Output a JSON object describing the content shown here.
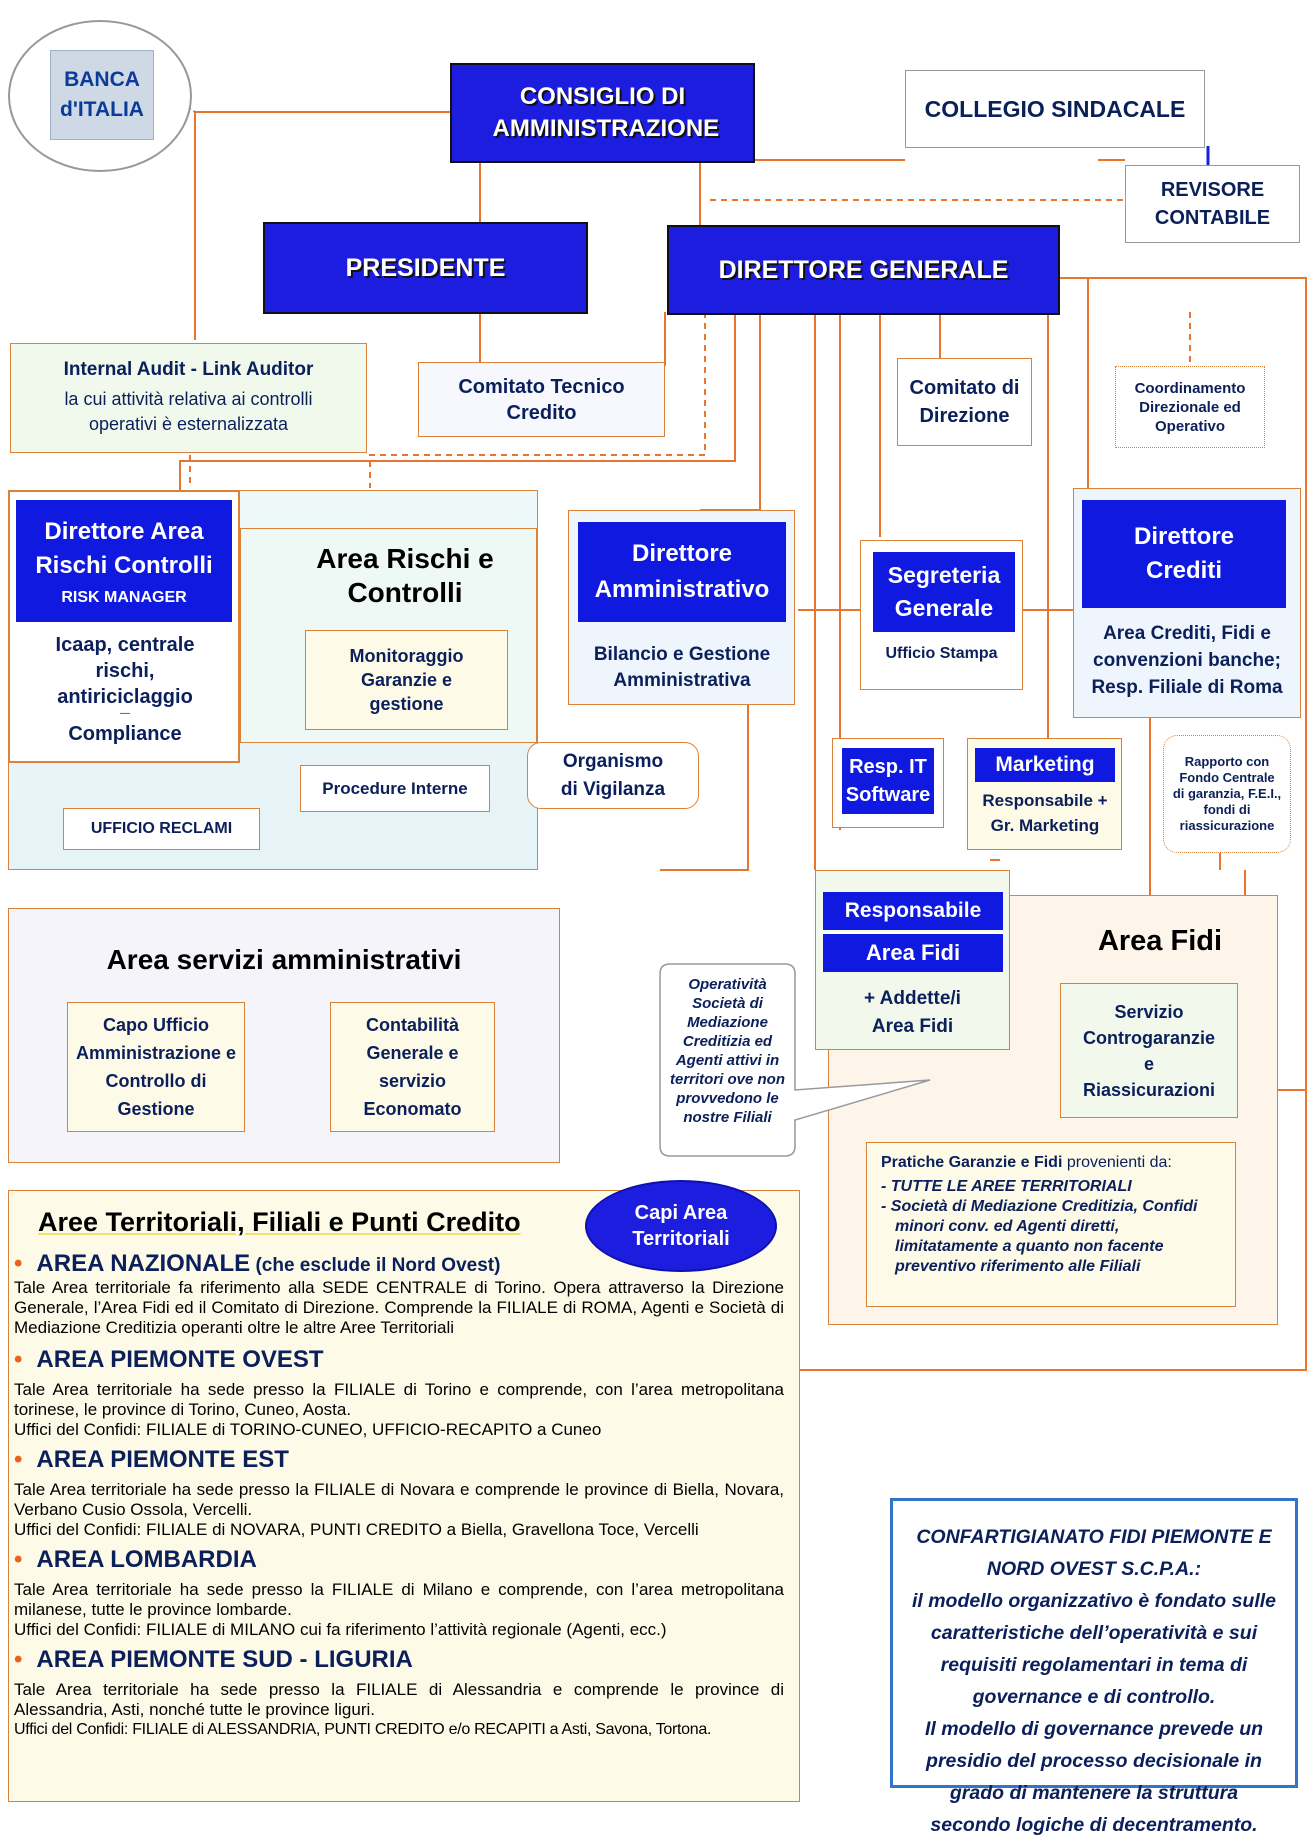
{
  "banca": "BANCA d'ITALIA",
  "consiglio": "CONSIGLIO DI AMMINISTRAZIONE",
  "collegio": "COLLEGIO SINDACALE",
  "revisore": "REVISORE CONTABILE",
  "presidente": "PRESIDENTE",
  "direttore_generale": "DIRETTORE GENERALE",
  "internal_audit": {
    "title": "Internal Audit - Link Auditor",
    "text": "la cui attività relativa ai controlli operativi è esternalizzata"
  },
  "comitato_tecnico": "Comitato Tecnico Credito",
  "comitato_direzione": "Comitato di Direzione",
  "coordinamento": "Coordinamento Direzionale ed Operativo",
  "direttore_rischi": {
    "title": "Direttore Area Rischi Controlli",
    "sub": "RISK MANAGER",
    "body": "Icaap, centrale rischi, antiriciclaggio",
    "sep": "—",
    "compliance": "Compliance"
  },
  "area_rischi_title": "Area Rischi e Controlli",
  "monitoraggio": "Monitoraggio Garanzie e gestione",
  "procedure": "Procedure Interne",
  "reclami": "UFFICIO RECLAMI",
  "organismo": "Organismo di Vigilanza",
  "dir_amm": {
    "title": "Direttore Amministrativo",
    "body": "Bilancio e Gestione Amministrativa"
  },
  "segreteria": {
    "title": "Segreteria Generale",
    "body": "Ufficio Stampa"
  },
  "dir_crediti": {
    "title": "Direttore Crediti",
    "body": "Area Crediti, Fidi e convenzioni banche; Resp. Filiale di Roma"
  },
  "resp_it": "Resp. IT Software",
  "marketing": {
    "title": "Marketing",
    "body": "Responsabile + Gr. Marketing"
  },
  "rapporto": "Rapporto con Fondo Centrale di garanzia, F.E.I., fondi di riassicurazione",
  "area_servizi": {
    "title": "Area servizi amministrativi",
    "capo": "Capo Ufficio Amministrazione e Controllo di Gestione",
    "contab": "Contabilità Generale e servizio Economato"
  },
  "operativita": "Operatività Società di Mediazione Creditizia ed Agenti attivi in territori ove non provvedono le nostre Filiali",
  "area_fidi": {
    "resp1": "Responsabile",
    "resp2": "Area Fidi",
    "addette": "+ Addette/i Area Fidi",
    "title": "Area Fidi",
    "servizio": "Servizio Controgaranzie e Riassicurazioni"
  },
  "pratiche": {
    "head_bold": "Pratiche Garanzie e Fidi",
    "head_rest": " provenienti da:",
    "i1": "- TUTTE LE AREE TERRITORIALI",
    "i2": "- Società di Mediazione Creditizia, Confidi minori conv. ed Agenti diretti, limitatamente a quanto non facente preventivo riferimento alle Filiali"
  },
  "capi": "Capi Area Territoriali",
  "aree": {
    "title": "Aree Territoriali, Filiali e Punti Credito",
    "items": [
      {
        "head": "AREA NAZIONALE",
        "head_small": " (che esclude il Nord Ovest)",
        "text": "Tale Area territoriale fa riferimento alla SEDE CENTRALE di Torino. Opera attraverso la Direzione Generale, l’Area Fidi ed il Comitato di Direzione. Comprende la FILIALE di ROMA, Agenti e Società di Mediazione Creditizia operanti oltre le altre Aree Territoriali",
        "uffici": ""
      },
      {
        "head": "AREA PIEMONTE OVEST",
        "head_small": "",
        "text": "Tale Area territoriale ha sede presso la FILIALE di Torino e comprende, con l’area metropolitana torinese, le province di Torino, Cuneo, Aosta.",
        "uffici": "Uffici del Confidi: FILIALE di TORINO-CUNEO, UFFICIO-RECAPITO a Cuneo"
      },
      {
        "head": "AREA PIEMONTE EST",
        "head_small": "",
        "text": "Tale Area territoriale ha sede presso la FILIALE di Novara e comprende le province di Biella, Novara, Verbano Cusio Ossola, Vercelli.",
        "uffici": "Uffici del Confidi: FILIALE di NOVARA, PUNTI CREDITO a Biella, Gravellona Toce, Vercelli"
      },
      {
        "head": "AREA LOMBARDIA",
        "head_small": "",
        "text": "Tale Area territoriale ha sede presso la FILIALE di Milano e comprende, con l’area metropolitana milanese, tutte le province lombarde.",
        "uffici": "Uffici del Confidi: FILIALE di MILANO cui fa riferimento l’attività regionale (Agenti, ecc.)"
      },
      {
        "head": "AREA PIEMONTE SUD - LIGURIA",
        "head_small": "",
        "text": "Tale Area territoriale ha sede presso la FILIALE di Alessandria e comprende le province di Alessandria, Asti, nonché tutte le province liguri.",
        "uffici": "Uffici del Confidi: FILIALE di ALESSANDRIA, PUNTI CREDITO e/o RECAPITI a Asti, Savona, Tortona."
      }
    ]
  },
  "note": {
    "l1": "CONFARTIGIANATO FIDI PIEMONTE E NORD OVEST S.C.P.A.:",
    "l2": "il modello organizzativo è fondato sulle caratteristiche dell’operatività e sui requisiti regolamentari in tema di governance e di controllo.",
    "l3": "Il modello di governance prevede un presidio del processo decisionale in grado di mantenere la struttura secondo logiche di decentramento."
  }
}
